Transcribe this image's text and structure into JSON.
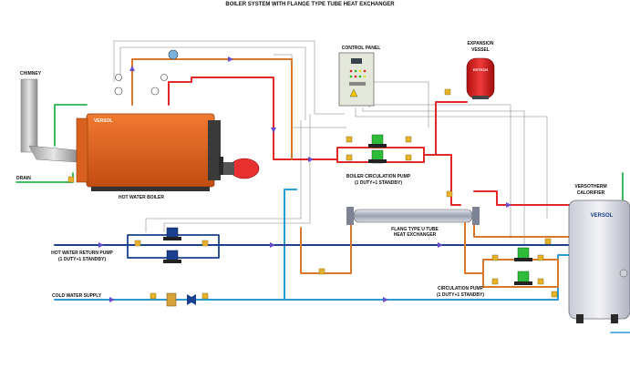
{
  "title": "BOILER SYSTEM WITH FLANGE TYPE TUBE HEAT EXCHANGER",
  "labels": {
    "chimney": "CHIMNEY",
    "drain": "DRAIN",
    "hot_water_boiler": "HOT WATER BOILER",
    "control_panel": "CONTROL PANEL",
    "expansion_vessel_1": "EXPANSION",
    "expansion_vessel_2": "VESSEL",
    "boiler_pump_1": "BOILER CIRCULATION PUMP",
    "boiler_pump_2": "(1 DUTY+1 STANDBY)",
    "hx_1": "FLANG TYPE U TUBE",
    "hx_2": "HEAT EXCHANGER",
    "versotherm_1": "VERSOTHERM",
    "versotherm_2": "CALORIFIER",
    "return_pump_1": "HOT WATER RETURN PUMP",
    "return_pump_2": "(1 DUTY+1 STANDBY)",
    "cold_water": "COLD WATER SUPPLY",
    "circ_pump_1": "CIRCULATION PUMP",
    "circ_pump_2": "(1 DUTY+1 STANDBY)"
  },
  "brands": {
    "boiler": "VERSOL",
    "calorifier": "VERSOL",
    "vessel": "ESTECH"
  },
  "colors": {
    "hot": "#e02828",
    "return": "#1a3f8f",
    "cold": "#2a9bd6",
    "drain": "#2ab24a",
    "control": "#a8a8a8",
    "boiler": "#e0601a",
    "pump": "#2dbb3a",
    "flow_arrow": "#6a4cc9"
  }
}
